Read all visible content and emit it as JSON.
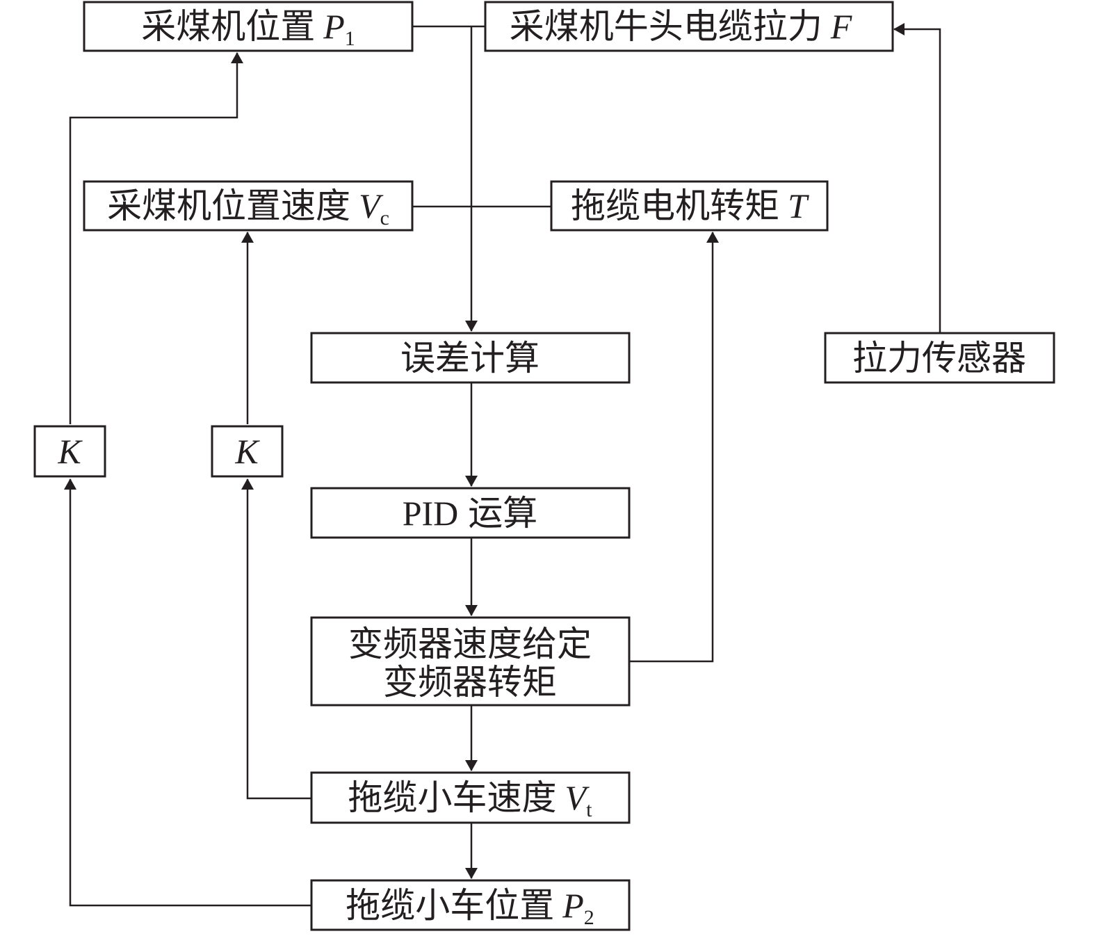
{
  "nodes": {
    "shearer_position": {
      "text": "采煤机位置",
      "var": "P",
      "sub": "1"
    },
    "cable_tension": {
      "text": "采煤机牛头电缆拉力",
      "var": "F",
      "sub": ""
    },
    "shearer_speed": {
      "text": "采煤机位置速度",
      "var": "V",
      "sub": "c"
    },
    "motor_torque": {
      "text": "拖缆电机转矩",
      "var": "T",
      "sub": ""
    },
    "error_calc": {
      "text": "误差计算"
    },
    "tension_sensor": {
      "text": "拉力传感器"
    },
    "gain_left": {
      "var": "K"
    },
    "gain_mid": {
      "var": "K"
    },
    "pid": {
      "latin": "PID",
      "text": "运算"
    },
    "vfd": {
      "line1": "变频器速度给定",
      "line2": "变频器转矩"
    },
    "trolley_speed": {
      "text": "拖缆小车速度",
      "var": "V",
      "sub": "t"
    },
    "trolley_position": {
      "text": "拖缆小车位置",
      "var": "P",
      "sub": "2"
    }
  },
  "colors": {
    "stroke": "#231f20",
    "background": "#ffffff"
  }
}
